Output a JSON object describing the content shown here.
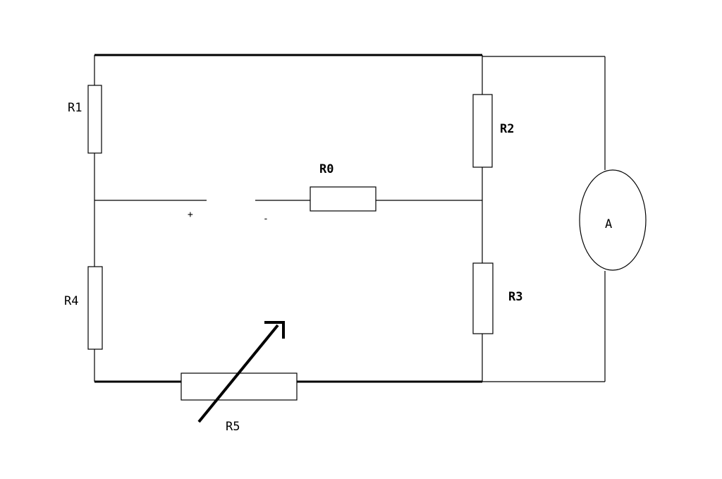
{
  "resistors": {
    "r0": "R0",
    "r1": "R1",
    "r2": "R2",
    "r3": "R3",
    "r4": "R4",
    "r5": "R5"
  },
  "meter": {
    "label": "A"
  },
  "source": {
    "plus": "+",
    "minus": "-"
  },
  "colors": {
    "line": "#000000",
    "background": "#ffffff"
  }
}
